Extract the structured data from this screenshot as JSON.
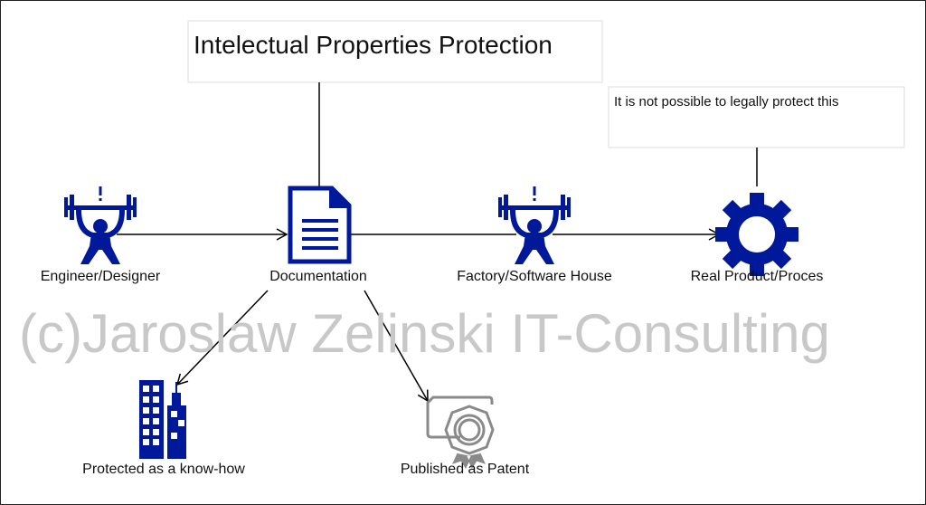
{
  "title": "Intelectual Properties Protection",
  "note": "It is not possible to legally protect this",
  "watermark": "(c)Jaroslaw Zelinski IT-Consulting",
  "nodes": {
    "engineer": "Engineer/Designer",
    "documentation": "Documentation",
    "factory": "Factory/Software House",
    "product": "Real Product/Proces",
    "knowhow": "Protected as a know-how",
    "patent": "Published as Patent"
  },
  "colors": {
    "icon": "#00189a",
    "patent": "#8a8a8a",
    "watermark": "#c8c8c8"
  }
}
